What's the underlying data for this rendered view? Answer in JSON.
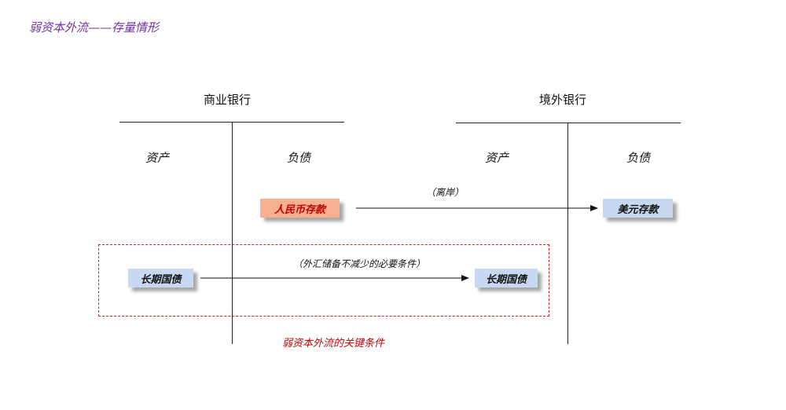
{
  "title": "弱资本外流——存量情形",
  "banks": {
    "left": {
      "name": "商业银行",
      "asset": "资产",
      "liability": "负债"
    },
    "right": {
      "name": "境外银行",
      "asset": "资产",
      "liability": "负债"
    }
  },
  "boxes": {
    "rmb_deposit": "人民币存款",
    "usd_deposit": "美元存款",
    "bond_left": "长期国债",
    "bond_right": "长期国债"
  },
  "notes": {
    "offshore": "（离岸）",
    "fx_condition": "（外汇储备不减少的必要条件）",
    "key_condition": "弱资本外流的关键条件"
  },
  "colors": {
    "title": "#7030a0",
    "blue_box": "#c6d9f1",
    "orange_box": "#f7b08f",
    "red_text": "#c00000",
    "dashed_border": "#e02020"
  }
}
